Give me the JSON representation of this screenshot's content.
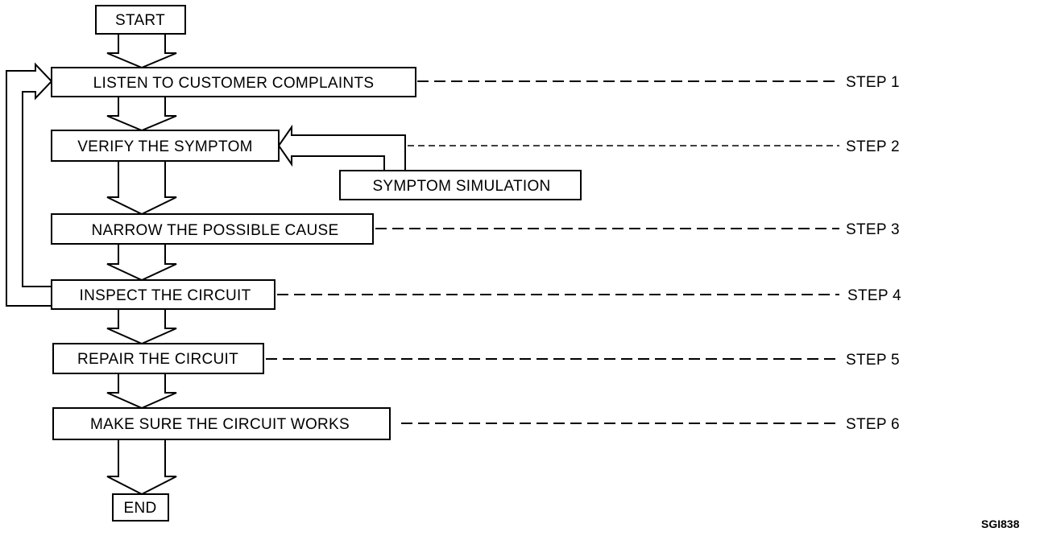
{
  "flowchart": {
    "start": "START",
    "end": "END",
    "boxes": [
      "LISTEN TO CUSTOMER COMPLAINTS",
      "VERIFY THE SYMPTOM",
      "NARROW THE POSSIBLE CAUSE",
      "INSPECT THE CIRCUIT",
      "REPAIR THE CIRCUIT",
      "MAKE SURE THE CIRCUIT WORKS"
    ],
    "side_box": "SYMPTOM SIMULATION",
    "steps": [
      "STEP 1",
      "STEP 2",
      "STEP 3",
      "STEP 4",
      "STEP 5",
      "STEP 6"
    ],
    "figure_code": "SGI838"
  }
}
